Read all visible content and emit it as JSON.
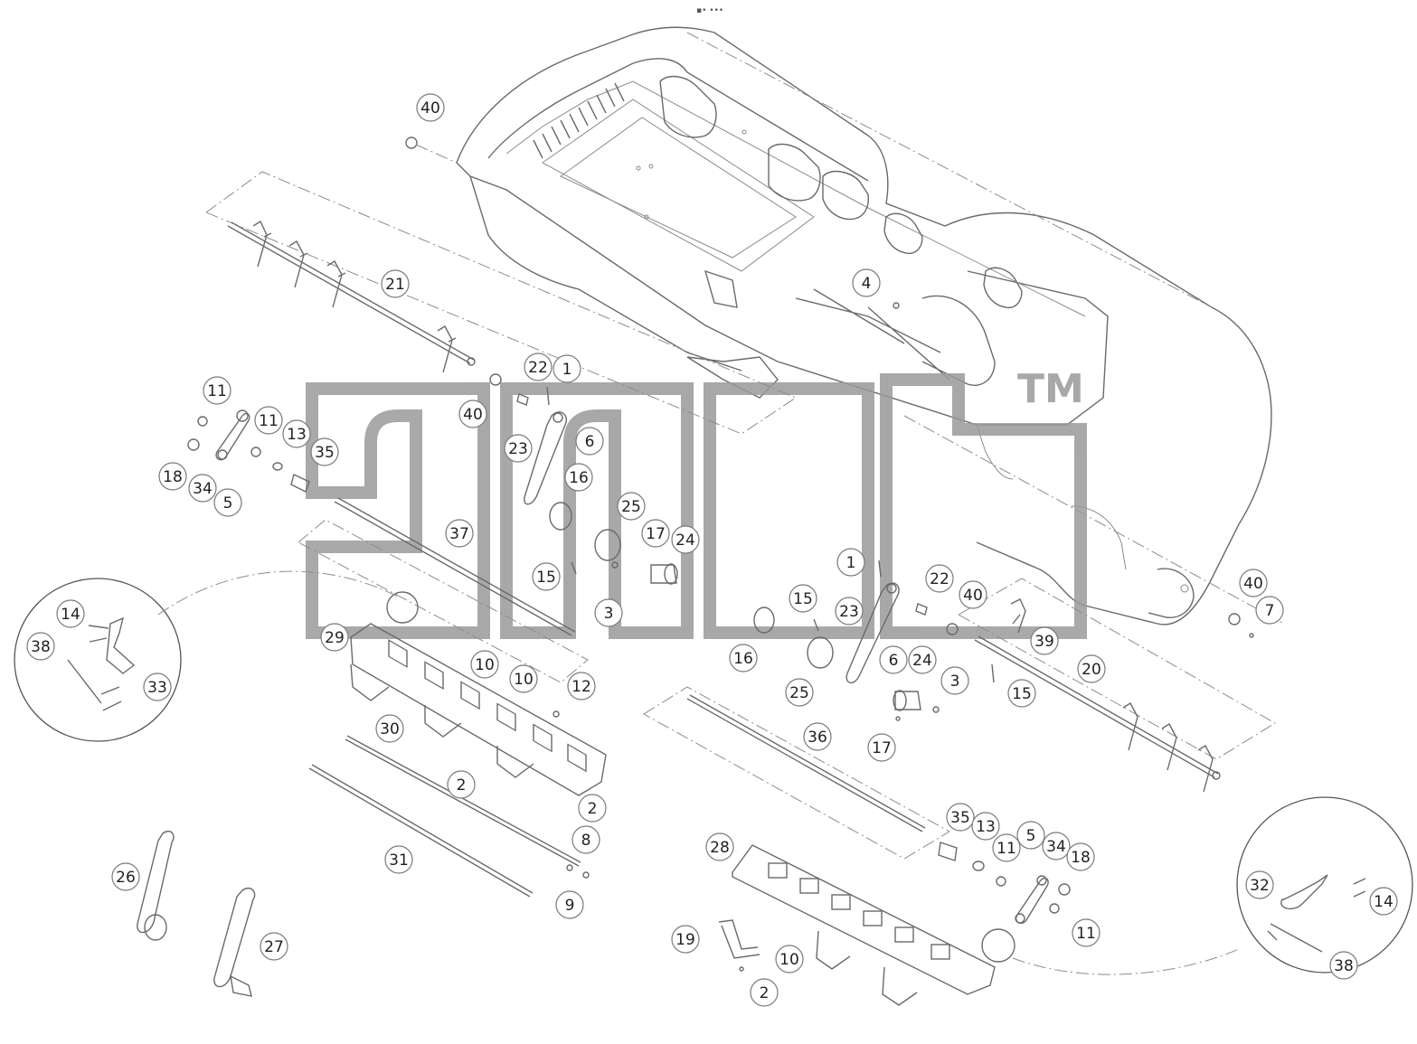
{
  "diagram": {
    "code_mark": "▪• •••",
    "watermark": {
      "trademark": "TM"
    },
    "callouts": [
      {
        "id": "c40a",
        "label": "40"
      },
      {
        "id": "c21",
        "label": "21"
      },
      {
        "id": "c4",
        "label": "4"
      },
      {
        "id": "c22a",
        "label": "22"
      },
      {
        "id": "c1a",
        "label": "1"
      },
      {
        "id": "c40b",
        "label": "40"
      },
      {
        "id": "c11a",
        "label": "11"
      },
      {
        "id": "c11b",
        "label": "11"
      },
      {
        "id": "c13a",
        "label": "13"
      },
      {
        "id": "c35a",
        "label": "35"
      },
      {
        "id": "c18a",
        "label": "18"
      },
      {
        "id": "c34a",
        "label": "34"
      },
      {
        "id": "c5a",
        "label": "5"
      },
      {
        "id": "c23a",
        "label": "23"
      },
      {
        "id": "c6a",
        "label": "6"
      },
      {
        "id": "c16a",
        "label": "16"
      },
      {
        "id": "c25a",
        "label": "25"
      },
      {
        "id": "c17a",
        "label": "17"
      },
      {
        "id": "c24a",
        "label": "24"
      },
      {
        "id": "c37",
        "label": "37"
      },
      {
        "id": "c15a",
        "label": "15"
      },
      {
        "id": "c3a",
        "label": "3"
      },
      {
        "id": "c14a",
        "label": "14"
      },
      {
        "id": "c38a",
        "label": "38"
      },
      {
        "id": "c33",
        "label": "33"
      },
      {
        "id": "c29",
        "label": "29"
      },
      {
        "id": "c10a",
        "label": "10"
      },
      {
        "id": "c10b",
        "label": "10"
      },
      {
        "id": "c12",
        "label": "12"
      },
      {
        "id": "c30",
        "label": "30"
      },
      {
        "id": "c2a",
        "label": "2"
      },
      {
        "id": "c2b",
        "label": "2"
      },
      {
        "id": "c8",
        "label": "8"
      },
      {
        "id": "c31",
        "label": "31"
      },
      {
        "id": "c9",
        "label": "9"
      },
      {
        "id": "c26",
        "label": "26"
      },
      {
        "id": "c27",
        "label": "27"
      },
      {
        "id": "c1b",
        "label": "1"
      },
      {
        "id": "c15b",
        "label": "15"
      },
      {
        "id": "c22b",
        "label": "22"
      },
      {
        "id": "c40c",
        "label": "40"
      },
      {
        "id": "c40d",
        "label": "40"
      },
      {
        "id": "c7",
        "label": "7"
      },
      {
        "id": "c23b",
        "label": "23"
      },
      {
        "id": "c39",
        "label": "39"
      },
      {
        "id": "c16b",
        "label": "16"
      },
      {
        "id": "c6b",
        "label": "6"
      },
      {
        "id": "c24b",
        "label": "24"
      },
      {
        "id": "c20",
        "label": "20"
      },
      {
        "id": "c25b",
        "label": "25"
      },
      {
        "id": "c3b",
        "label": "3"
      },
      {
        "id": "c15c",
        "label": "15"
      },
      {
        "id": "c36",
        "label": "36"
      },
      {
        "id": "c17b",
        "label": "17"
      },
      {
        "id": "c35b",
        "label": "35"
      },
      {
        "id": "c13b",
        "label": "13"
      },
      {
        "id": "c5b",
        "label": "5"
      },
      {
        "id": "c34b",
        "label": "34"
      },
      {
        "id": "c18b",
        "label": "18"
      },
      {
        "id": "c11c",
        "label": "11"
      },
      {
        "id": "c11d",
        "label": "11"
      },
      {
        "id": "c28",
        "label": "28"
      },
      {
        "id": "c19",
        "label": "19"
      },
      {
        "id": "c10c",
        "label": "10"
      },
      {
        "id": "c2c",
        "label": "2"
      },
      {
        "id": "c32",
        "label": "32"
      },
      {
        "id": "c14b",
        "label": "14"
      },
      {
        "id": "c38b",
        "label": "38"
      }
    ]
  }
}
